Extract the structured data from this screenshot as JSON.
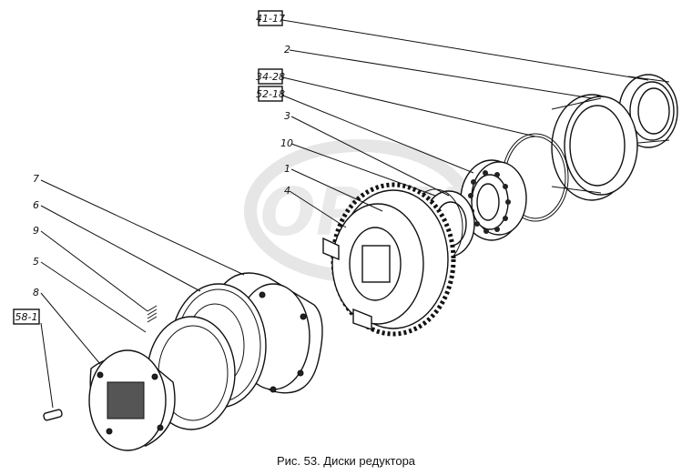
{
  "caption": "Рис. 53. Диски редуктора",
  "references": {
    "r41_17": "41-17",
    "r34_28": "34-28",
    "r52_18": "52-18",
    "r58_1": "58-1"
  },
  "callouts": {
    "c2": "2",
    "c3": "3",
    "c10": "10",
    "c1": "1",
    "c4": "4",
    "c7": "7",
    "c6": "6",
    "c9": "9",
    "c5": "5",
    "c8": "8"
  },
  "watermark": "OPEX"
}
